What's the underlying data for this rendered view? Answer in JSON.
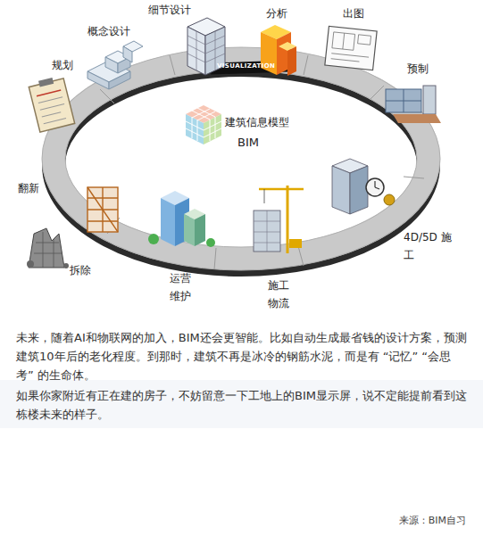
{
  "diagram": {
    "labels": [
      "规划",
      "概念设计",
      "细节设计",
      "VISUALIZATION",
      "分析",
      "出图",
      "预制",
      "建筑信息模型",
      "BIM",
      "翻新",
      "4D/5D 施 工",
      "拆除",
      "运营 维护",
      "施工 物流",
      "未来，随着AI和物联网的加入，BIM还会更智能。比如自动生成最省钱的设计方案，预测建筑10年后的老化程度。到那时，建筑不再是冰冷的钢筋水泥，而是有 “记忆” “会思考” 的生命体。",
      "如果你家附近有正在建的房子，不妨留意一下工地上的BIM显示屏，说不定能提前看到这栋楼未来的样子。",
      "来源：BIM自习"
    ]
  }
}
